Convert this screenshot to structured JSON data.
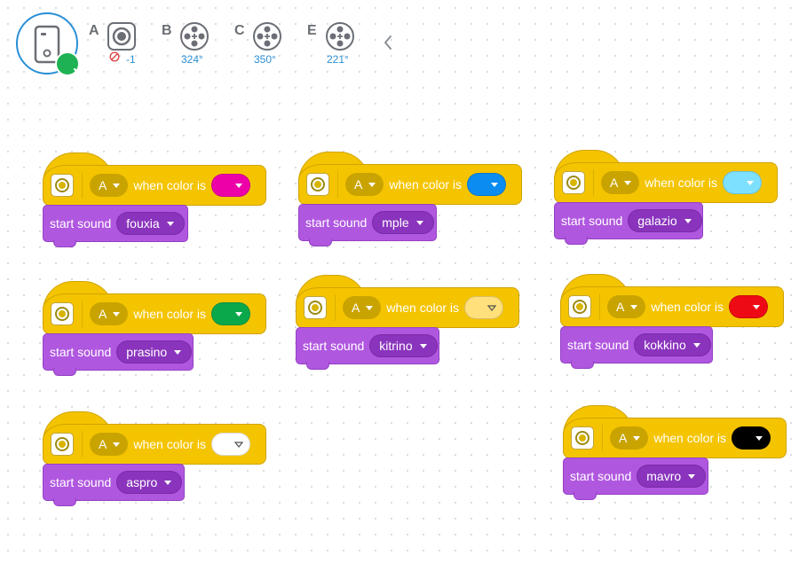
{
  "toolbar": {
    "ports": [
      {
        "letter": "A",
        "icon": "color-sensor-icon",
        "value": "-1",
        "status_icon": "no-color-icon"
      },
      {
        "letter": "B",
        "icon": "motor-icon",
        "value": "324°"
      },
      {
        "letter": "C",
        "icon": "motor-icon",
        "value": "350°"
      },
      {
        "letter": "E",
        "icon": "motor-icon",
        "value": "221°"
      }
    ],
    "hub_icon": "hub-icon",
    "hub_status_icon": "check-icon",
    "collapse_icon": "chevron-left-icon"
  },
  "scripts": [
    {
      "port": "A",
      "when_label": "when color is",
      "color": "#ee00a8",
      "caret_color": "#ffffff",
      "action_label": "start sound",
      "sound": "fouxia"
    },
    {
      "port": "A",
      "when_label": "when color is",
      "color": "#0a8cf0",
      "caret_color": "#ffffff",
      "action_label": "start sound",
      "sound": "mple"
    },
    {
      "port": "A",
      "when_label": "when color is",
      "color": "#7ee0ff",
      "caret_color": "#ffffff",
      "action_label": "start sound",
      "sound": "galazio"
    },
    {
      "port": "A",
      "when_label": "when color is",
      "color": "#0aa84a",
      "caret_color": "#ffffff",
      "action_label": "start sound",
      "sound": "prasino"
    },
    {
      "port": "A",
      "when_label": "when color is",
      "color": "#ffe07a",
      "caret_color": "#555555",
      "action_label": "start sound",
      "sound": "kitrino"
    },
    {
      "port": "A",
      "when_label": "when color is",
      "color": "#ee0a14",
      "caret_color": "#ffffff",
      "action_label": "start sound",
      "sound": "kokkino"
    },
    {
      "port": "A",
      "when_label": "when color is",
      "color": "#ffffff",
      "caret_color": "#555555",
      "action_label": "start sound",
      "sound": "aspro"
    },
    {
      "port": "A",
      "when_label": "when color is",
      "color": "#000000",
      "caret_color": "#ffffff",
      "action_label": "start sound",
      "sound": "mavro"
    }
  ],
  "colors": {
    "hat_yellow": "#f5c400",
    "sound_purple": "#b057e0",
    "accent_blue": "#2a8fd6",
    "success_green": "#1fb254"
  }
}
